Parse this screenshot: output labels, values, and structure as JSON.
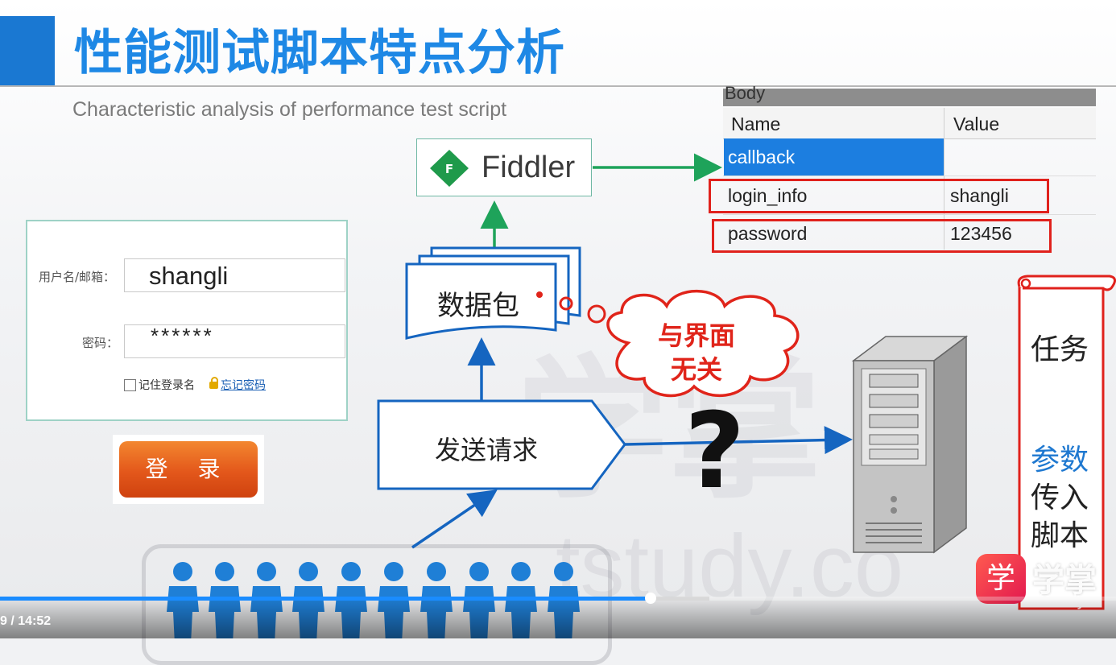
{
  "slide": {
    "title": "性能测试脚本特点分析",
    "subtitle": "Characteristic analysis of performance test script",
    "watermark_char": "学掌",
    "watermark_site": "tstudy.co"
  },
  "login_form": {
    "username_label": "用户名/邮箱：",
    "username_value": "shangli",
    "password_label": "密码：",
    "password_value": "******",
    "remember_label": "记住登录名",
    "forgot_label": "忘记密码",
    "login_button": "登 录"
  },
  "fiddler": {
    "label": "Fiddler",
    "logo_letter": "F"
  },
  "body_table": {
    "header": "Body",
    "columns": [
      "Name",
      "Value"
    ],
    "rows": [
      {
        "name": "callback",
        "value": ""
      },
      {
        "name": "login_info",
        "value": "shangli"
      },
      {
        "name": "password",
        "value": "123456"
      }
    ]
  },
  "diagram": {
    "packet_label": "数据包",
    "send_request_label": "发送请求",
    "cloud_line1": "与界面",
    "cloud_line2": "无关",
    "question_mark": "?"
  },
  "scroll_panel": {
    "line1": "任务",
    "line2": "参数",
    "line3": "传入",
    "line4": "脚本"
  },
  "brand": {
    "logo_char": "学",
    "name": "学掌",
    "site": "tstudy.c"
  },
  "player": {
    "time_text": "9 / 14:52",
    "progress_fraction": 0.583,
    "buffer_fraction": 0.636
  },
  "colors": {
    "title_blue": "#1e88e5",
    "arrow_blue": "#1565c0",
    "arrow_green": "#1ea35a",
    "highlight_red": "#e0211c",
    "selection_blue": "#1c7ee0",
    "login_orange": "#e3571b",
    "progress_blue": "#1a8cff"
  }
}
